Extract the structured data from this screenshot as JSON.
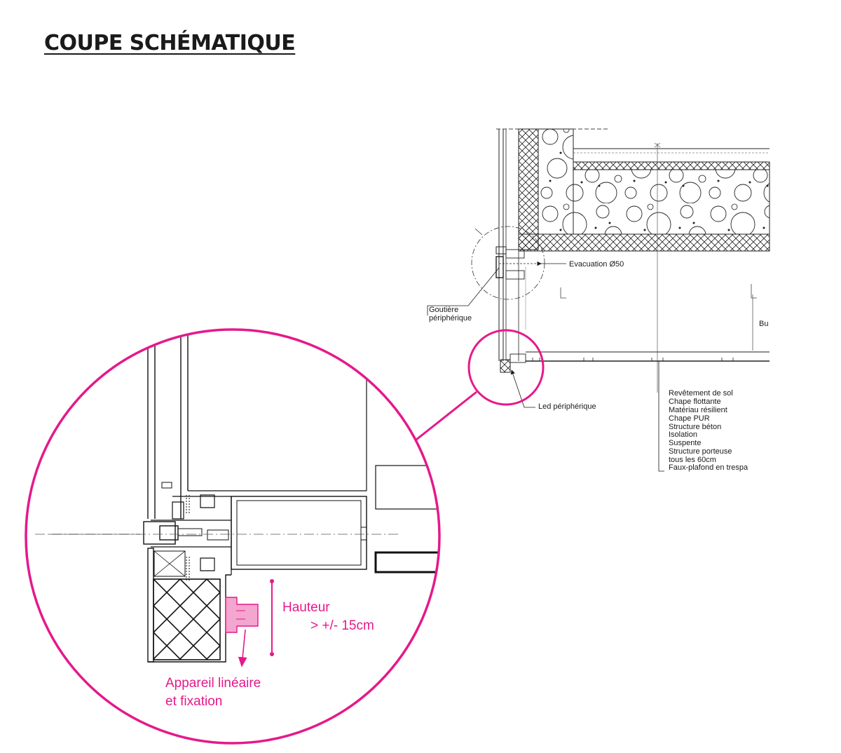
{
  "title": "COUPE SCHÉMATIQUE",
  "labels": {
    "evacuation": "Evacuation Ø50",
    "gouttiere_line1": "Goutière",
    "gouttiere_line2": "périphérique",
    "led": "Led périphérique",
    "bu": "Bu"
  },
  "layers": [
    "Revêtement de sol",
    "Chape flottante",
    "Matériau résilient",
    "Chape PUR",
    "Structure béton",
    "Isolation",
    "Suspente",
    "Structure porteuse",
    "tous les 60cm",
    "Faux-plafond en trespa"
  ],
  "callouts": {
    "hauteur_line1": "Hauteur",
    "hauteur_line2": "> +/- 15cm",
    "appareil_line1": "Appareil linéaire",
    "appareil_line2": "et fixation"
  },
  "colors": {
    "accent": "#e5198a",
    "accent_fill": "#f3a6cf",
    "ink": "#1a1a1a"
  }
}
